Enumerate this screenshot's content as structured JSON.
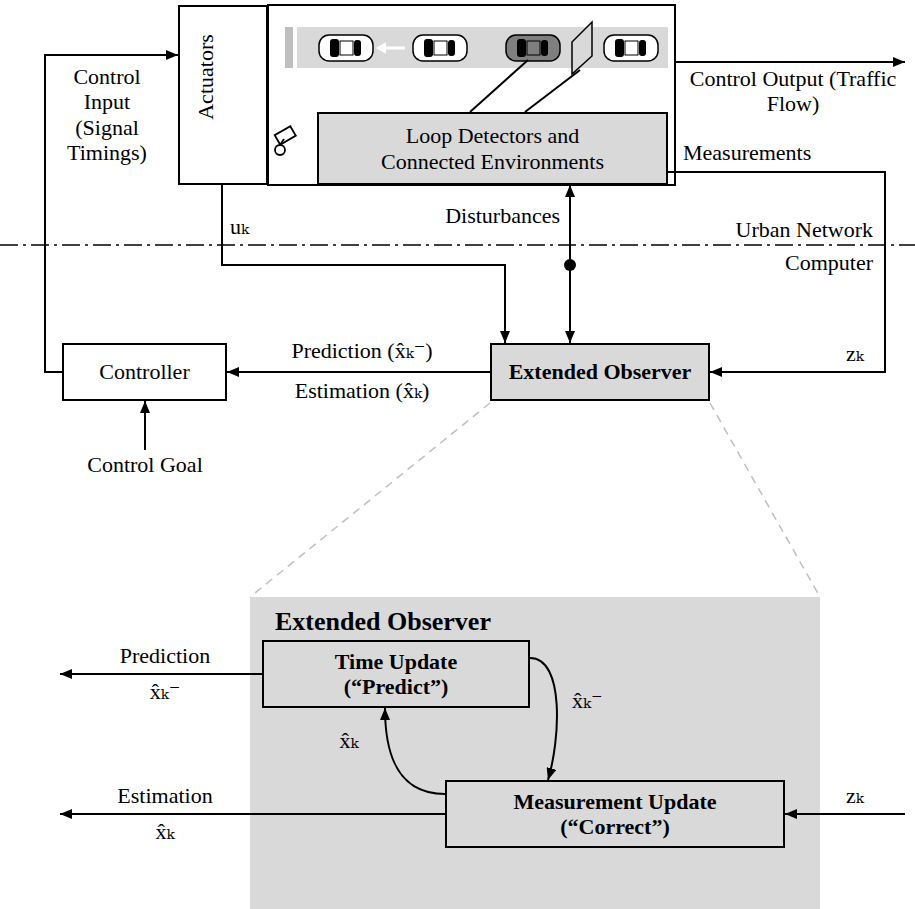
{
  "diagram": {
    "nodes": [
      {
        "text": [
          "Actuators"
        ]
      },
      {
        "text": [
          "Loop Detectors and Connected Environments"
        ]
      },
      {
        "text": [
          "Controller"
        ]
      },
      {
        "text": [
          "Extended Observer"
        ]
      },
      {
        "text": [
          "Extended Observer"
        ]
      },
      {
        "text": [
          "Time Update (“Predict”)"
        ],
        "in": 4
      },
      {
        "text": [
          "Measurement Update (“Correct”)"
        ],
        "in": 4
      }
    ],
    "edges": [
      {
        "from": 2,
        "to": 0,
        "arrow": "to",
        "label": "Control Input (Signal Timings)"
      },
      {
        "from": 0,
        "to": 3,
        "arrow": "to",
        "label": "uₖ"
      },
      {
        "from": 1,
        "to": 3,
        "arrow": "both",
        "label": "Disturbances"
      },
      {
        "from": 1,
        "to": 3,
        "arrow": "to",
        "label": "Measurements"
      },
      {
        "from": 3,
        "to": 2,
        "arrow": "to",
        "label": "Prediction (x̂ₖ⁻)"
      },
      {
        "from": 5,
        "to": 6,
        "arrow": "to",
        "label": "x̂ₖ⁻"
      },
      {
        "from": 6,
        "to": 5,
        "arrow": "to",
        "label": "x̂ₖ"
      }
    ],
    "labels": [
      "Control Output (Traffic Flow)",
      "zₖ",
      "Urban Network",
      "Computer",
      "Estimation (x̂ₖ)",
      "Control Goal",
      "Prediction",
      "x̂ₖ⁻",
      "Estimation",
      "x̂ₖ",
      "zₖ"
    ]
  }
}
